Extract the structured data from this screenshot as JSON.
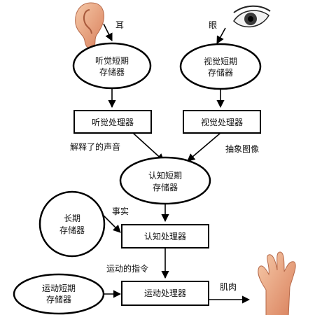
{
  "nodes": {
    "auditory_stm": {
      "line1": "听觉短期",
      "line2": "存储器"
    },
    "visual_stm": {
      "line1": "视觉短期",
      "line2": "存储器"
    },
    "auditory_processor": "听觉处理器",
    "visual_processor": "视觉处理器",
    "cognitive_stm": {
      "line1": "认知短期",
      "line2": "存储器"
    },
    "long_term": {
      "line1": "长期",
      "line2": "存储器"
    },
    "cognitive_processor": "认知处理器",
    "motor_stm": {
      "line1": "运动短期",
      "line2": "存储器"
    },
    "motor_processor": "运动处理器"
  },
  "labels": {
    "ear": "耳",
    "eye": "眼",
    "interpreted_sound": "解释了的声音",
    "abstract_image": "抽象图像",
    "facts": "事实",
    "motor_command": "运动的指令",
    "muscle": "肌肉"
  },
  "icons": [
    "ear-icon",
    "eye-icon",
    "hand-icon"
  ]
}
